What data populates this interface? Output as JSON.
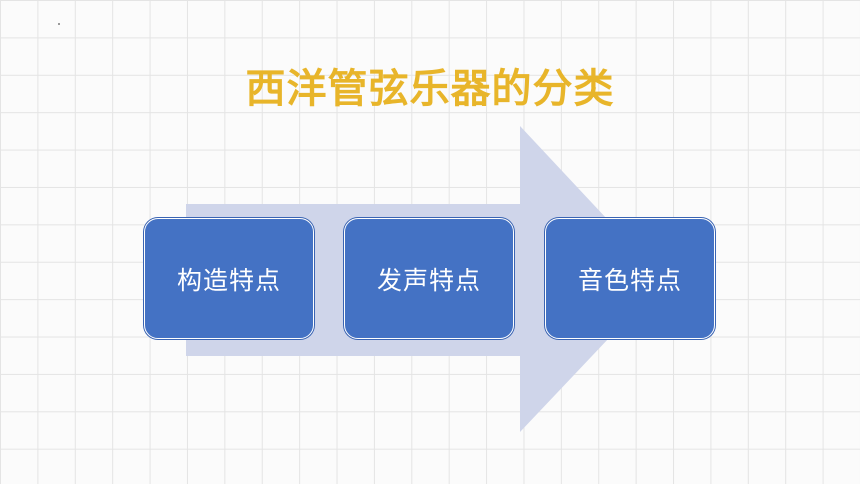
{
  "slide": {
    "title": "西洋管弦乐器的分类"
  },
  "diagram": {
    "type": "process-arrow",
    "steps": [
      {
        "label": "构造特点"
      },
      {
        "label": "发声特点"
      },
      {
        "label": "音色特点"
      }
    ]
  },
  "colors": {
    "title": "#e8b52a",
    "box_fill": "#4472c4",
    "arrow_fill": "#cfd5ea",
    "grid_line": "#e4e4e4",
    "background": "#fbfbfb"
  }
}
